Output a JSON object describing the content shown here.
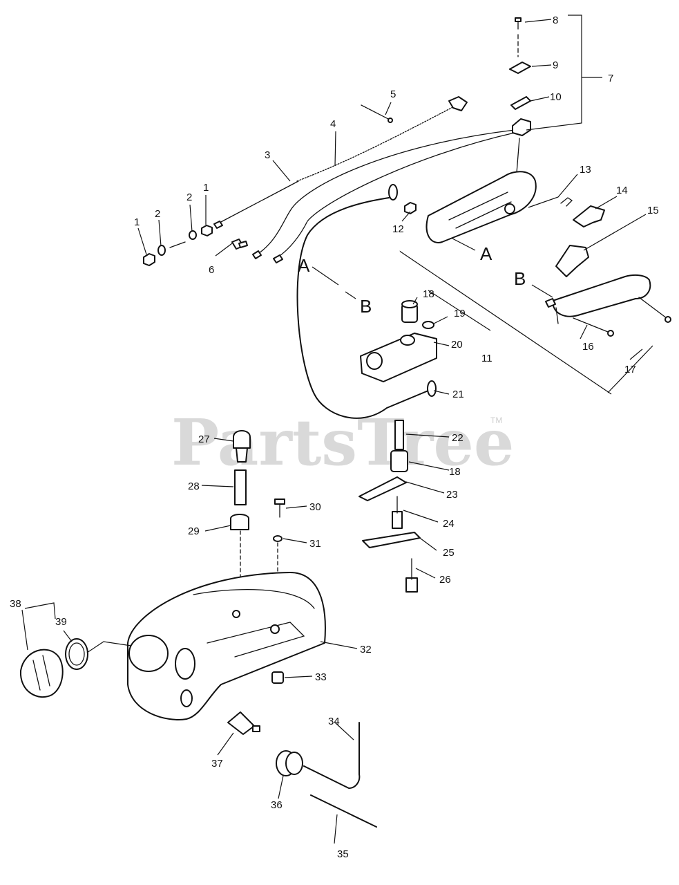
{
  "watermark": {
    "text": "PartsTree",
    "tm": "TM"
  },
  "ref_letters": [
    "A",
    "B"
  ],
  "callouts": [
    "1",
    "1",
    "2",
    "2",
    "3",
    "4",
    "5",
    "6",
    "7",
    "8",
    "9",
    "10",
    "11",
    "12",
    "13",
    "14",
    "15",
    "16",
    "17",
    "18",
    "18",
    "19",
    "20",
    "21",
    "22",
    "23",
    "24",
    "25",
    "26",
    "27",
    "28",
    "29",
    "30",
    "31",
    "32",
    "33",
    "34",
    "35",
    "36",
    "37",
    "38",
    "39"
  ]
}
